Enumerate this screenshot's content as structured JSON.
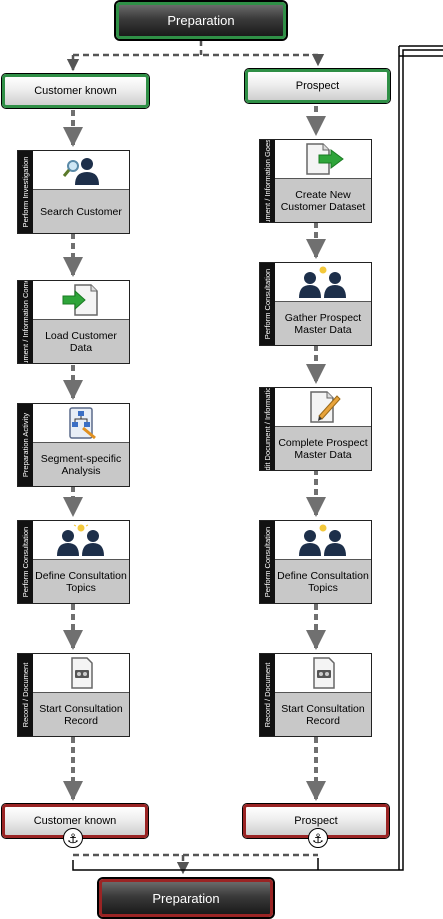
{
  "events": {
    "start": "Preparation",
    "end": "Preparation"
  },
  "paths": {
    "customer_known_start": "Customer known",
    "prospect_start": "Prospect",
    "customer_known_end": "Customer known",
    "prospect_end": "Prospect"
  },
  "left_tasks": [
    {
      "type": "Perform Investigation",
      "label": "Search Customer",
      "icon": "search-person-icon"
    },
    {
      "type": "Document / Information Comes In",
      "label": "Load Customer Data",
      "icon": "document-in-icon"
    },
    {
      "type": "Preparation Activity",
      "label": "Segment-specific Analysis",
      "icon": "analysis-icon"
    },
    {
      "type": "Perform Consultation",
      "label": "Define Consultation Topics",
      "icon": "consultation-icon"
    },
    {
      "type": "Record / Document",
      "label": "Start Consultation Record",
      "icon": "record-icon"
    }
  ],
  "right_tasks": [
    {
      "type": "Document / Information Goes Out",
      "label": "Create New Customer Dataset",
      "icon": "document-out-icon"
    },
    {
      "type": "Perform Consultation",
      "label": "Gather Prospect Master Data",
      "icon": "consultation-icon"
    },
    {
      "type": "Edit Document / Information",
      "label": "Complete Prospect Master Data",
      "icon": "edit-document-icon"
    },
    {
      "type": "Perform Consultation",
      "label": "Define Consultation Topics",
      "icon": "consultation-icon"
    },
    {
      "type": "Record / Document",
      "label": "Start Consultation Record",
      "icon": "record-icon"
    }
  ],
  "colors": {
    "start_border": "#2f8f46",
    "end_border": "#9a2424",
    "connector": "#707070",
    "task_label_bg": "#c8c8c8",
    "type_strip": "#111111"
  }
}
